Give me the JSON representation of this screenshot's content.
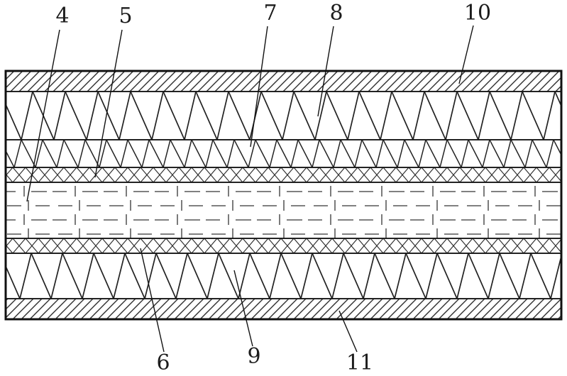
{
  "figure": {
    "ink": "#1c1c1c",
    "background": "#ffffff",
    "labels": {
      "n4": "4",
      "n5": "5",
      "n6": "6",
      "n7": "7",
      "n8": "8",
      "n9": "9",
      "n10": "10",
      "n11": "11"
    }
  }
}
